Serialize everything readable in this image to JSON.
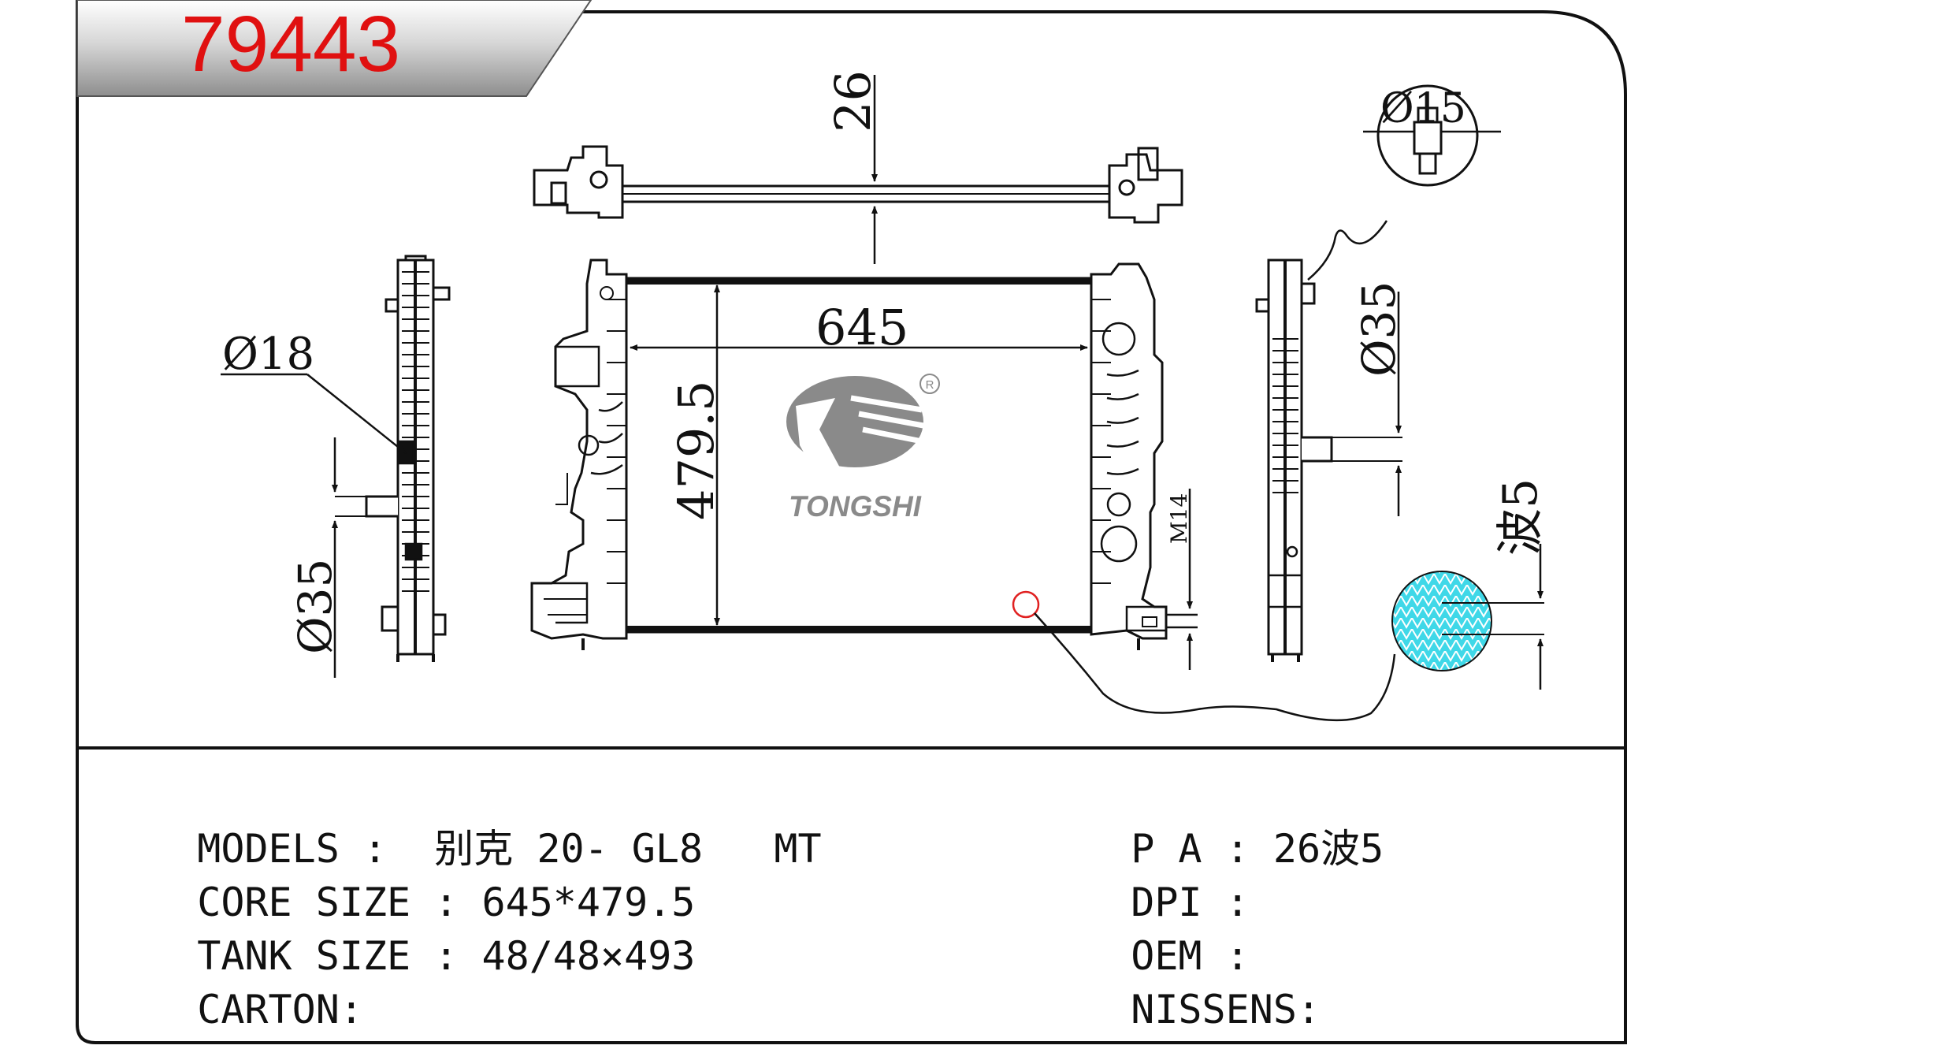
{
  "part_number": "79443",
  "colors": {
    "part_number": "#e01010",
    "fin_fill": "#3fd8e8",
    "callout_circle": "#e02020",
    "logo_gray": "#8a8a8a"
  },
  "logo": {
    "brand": "TONGSHI",
    "registered_mark": "R"
  },
  "dimensions": {
    "core_width": "645",
    "core_height": "479.5",
    "tube_thickness": "26",
    "inlet_diameter": "Ø18",
    "left_pipe_diameter": "Ø35",
    "right_pipe_diameter": "Ø35",
    "sensor_diameter": "Ø15",
    "thread": "M14",
    "fin_wave": "波5"
  },
  "specs": {
    "models": {
      "label": "MODELS",
      "sep": ":",
      "value": "别克 20- GL8   MT"
    },
    "core_size": {
      "label": "CORE SIZE",
      "sep": ":",
      "value": "645*479.5"
    },
    "tank_size": {
      "label": "TANK SIZE",
      "sep": ":",
      "value": "48/48×493"
    },
    "carton": {
      "label": "CARTON:",
      "value": ""
    },
    "pa": {
      "label": "P A",
      "sep": ":",
      "value": "26波5"
    },
    "dpi": {
      "label": "DPI",
      "sep": ":",
      "value": ""
    },
    "oem": {
      "label": "OEM",
      "sep": ":",
      "value": ""
    },
    "nissens": {
      "label": "NISSENS:",
      "value": ""
    }
  }
}
